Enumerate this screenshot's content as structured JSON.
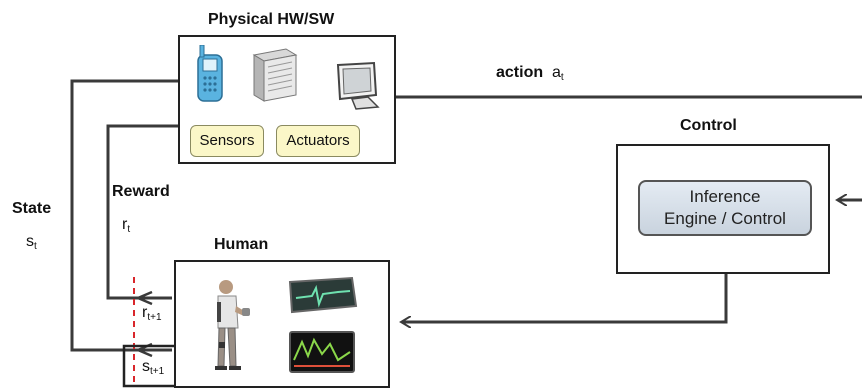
{
  "physical": {
    "title": "Physical HW/SW",
    "sensors_label": "Sensors",
    "actuators_label": "Actuators"
  },
  "action": {
    "label": "action",
    "symbol": "a",
    "sub": "t"
  },
  "control": {
    "title": "Control",
    "engine_line1": "Inference",
    "engine_line2": "Engine / Control"
  },
  "state": {
    "label": "State",
    "symbol": "s",
    "sub": "t"
  },
  "reward": {
    "label": "Reward",
    "symbol": "r",
    "sub": "t"
  },
  "human": {
    "title": "Human",
    "r_next_symbol": "r",
    "r_next_sub": "t+1",
    "s_next_symbol": "s",
    "s_next_sub": "t+1"
  },
  "icons": [
    "mobile-phone-icon",
    "server-tower-icon",
    "computer-monitor-icon",
    "person-with-sensors-icon",
    "ecg-monitor-icon",
    "vital-signs-monitor-icon"
  ],
  "colors": {
    "accent_red": "#d9262b",
    "pill_fill": "#fbf7c8",
    "engine_fill": "#d6dee8",
    "line": "#3a3a3a"
  }
}
